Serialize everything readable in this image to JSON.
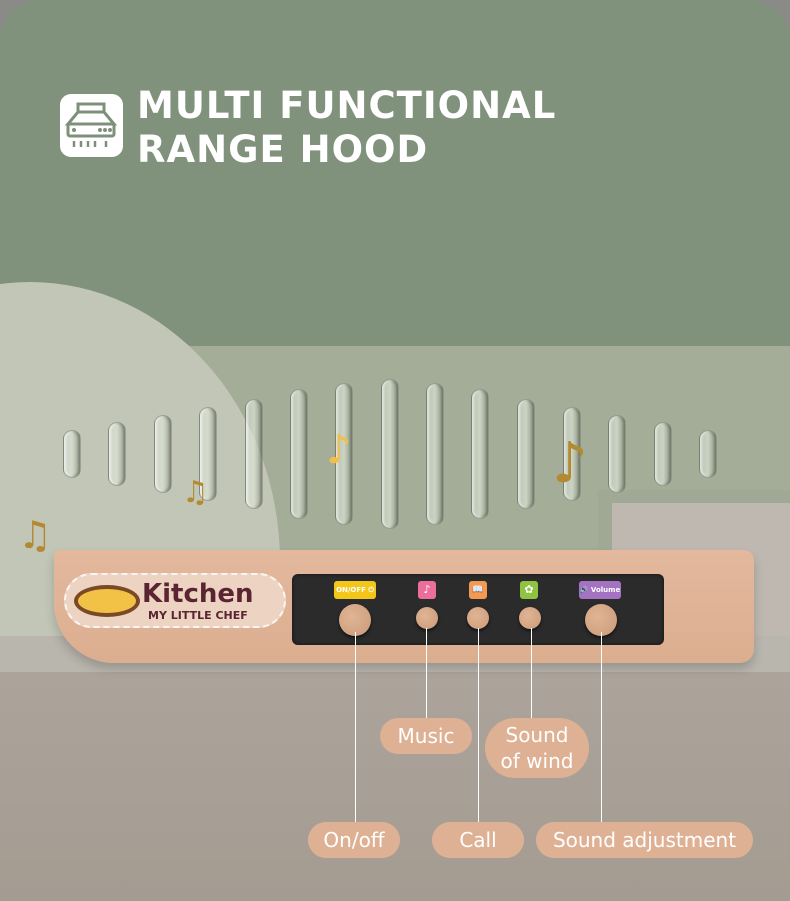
{
  "header": {
    "icon": "range-hood-icon",
    "title_line1": "MULTI FUNCTIONAL",
    "title_line2": "RANGE HOOD"
  },
  "device": {
    "logo_title": "Kitchen",
    "logo_subtitle": "MY LITTLE CHEF",
    "panel": {
      "onoff_tag": "ON/OFF ⏻",
      "music_tag": "♪",
      "call_tag": "📖",
      "wind_tag": "✿",
      "volume_tag": "🔊 Volume"
    }
  },
  "colors": {
    "background_green": "#80927b",
    "device_body": "#e0b396",
    "panel": "#2b2b2b",
    "label_pill": "#dfb194",
    "onoff_tag": "#f3c71a",
    "music_tag": "#ec6f9b",
    "call_tag": "#f39a52",
    "wind_tag": "#8fc442",
    "volume_tag": "#a472c2"
  },
  "callouts": {
    "music": "Music",
    "wind_line1": "Sound",
    "wind_line2": "of wind",
    "onoff": "On/off",
    "call": "Call",
    "volume": "Sound adjustment"
  }
}
